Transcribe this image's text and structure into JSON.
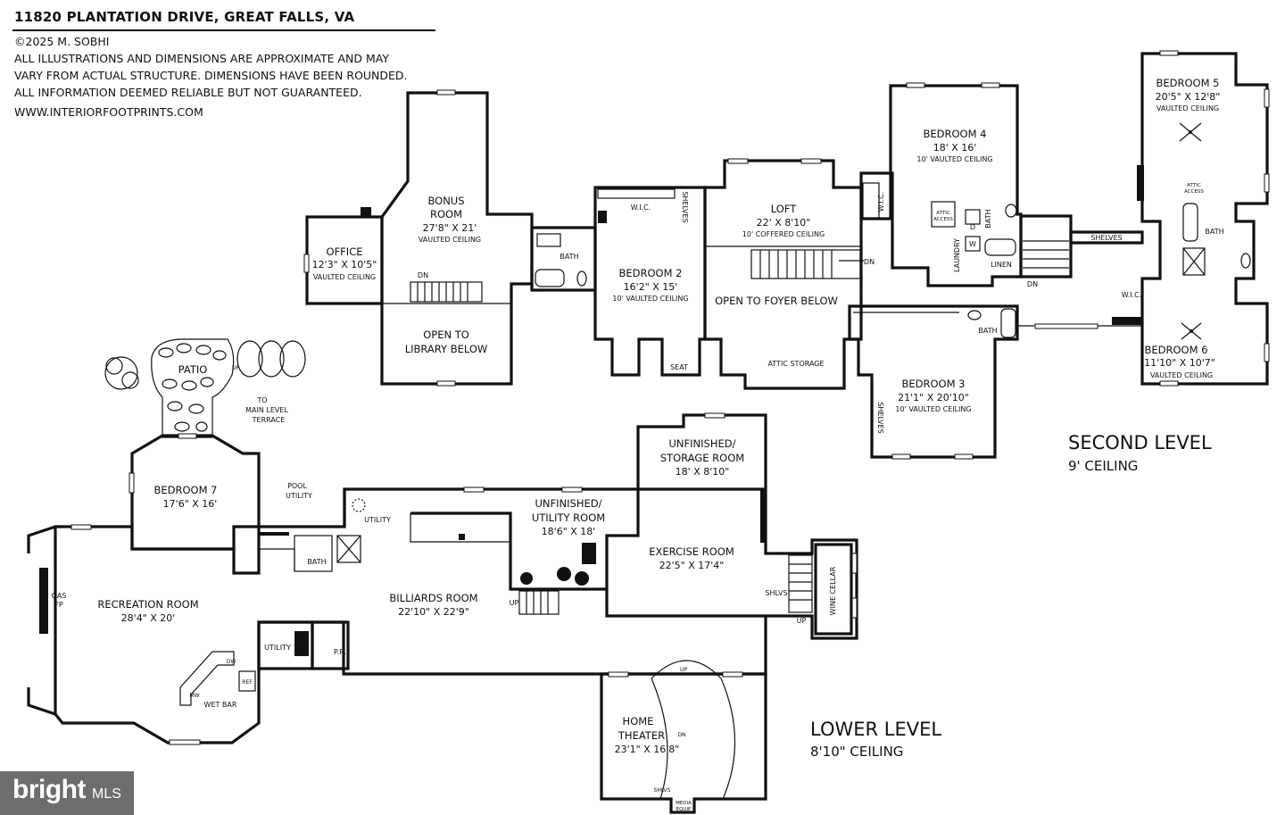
{
  "header": {
    "title": "11820 PLANTATION DRIVE, GREAT FALLS, VA",
    "copyright": "©2025 M. SOBHI",
    "disclaimer_1": "ALL ILLUSTRATIONS AND DIMENSIONS ARE APPROXIMATE AND MAY",
    "disclaimer_2": "VARY FROM ACTUAL STRUCTURE. DIMENSIONS HAVE BEEN ROUNDED.",
    "disclaimer_3": "ALL INFORMATION DEEMED RELIABLE BUT NOT GUARANTEED.",
    "website": "WWW.INTERIORFOOTPRINTS.COM"
  },
  "second_level": {
    "name": "SECOND LEVEL",
    "ceiling": "9' CEILING",
    "rooms": {
      "office": {
        "name": "OFFICE",
        "dims": "12'3\" X 10'5\"",
        "note": "VAULTED CEILING"
      },
      "bonus": {
        "name1": "BONUS",
        "name2": "ROOM",
        "dims": "27'8\" X 21'",
        "note": "VAULTED CEILING"
      },
      "library_open": {
        "line1": "OPEN TO",
        "line2": "LIBRARY BELOW"
      },
      "bath_1": {
        "name": "BATH"
      },
      "bedroom_2": {
        "name": "BEDROOM 2",
        "dims": "16'2\" X 15'",
        "note": "10' VAULTED CEILING"
      },
      "wic_2": {
        "name": "W.I.C."
      },
      "shelves_2": {
        "name": "SHELVES"
      },
      "seat": {
        "name": "SEAT"
      },
      "loft": {
        "name": "LOFT",
        "dims": "22' X 8'10\"",
        "note": "10' COFFERED CEILING"
      },
      "foyer_open": {
        "line1": "OPEN TO FOYER BELOW"
      },
      "attic_storage": {
        "name": "ATTIC STORAGE"
      },
      "bedroom_4": {
        "name": "BEDROOM 4",
        "dims": "18' X 16'",
        "note": "10' VAULTED CEILING"
      },
      "wic_4": {
        "name": "W.I.C."
      },
      "attic_access_1": {
        "line1": "ATTIC",
        "line2": "ACCESS"
      },
      "laundry": {
        "name": "LAUNDRY"
      },
      "dryer": {
        "name": "D"
      },
      "washer": {
        "name": "W"
      },
      "bath_4": {
        "name": "BATH"
      },
      "linen": {
        "name": "LINEN"
      },
      "shelves_hall": {
        "name": "SHELVES"
      },
      "bedroom_3": {
        "name": "BEDROOM 3",
        "dims": "21'1\" X 20'10\"",
        "note": "10' VAULTED CEILING"
      },
      "bath_3": {
        "name": "BATH"
      },
      "shelves_3": {
        "name": "SHELVES"
      },
      "bedroom_5": {
        "name": "BEDROOM 5",
        "dims": "20'5\" X 12'8\"",
        "note": "VAULTED CEILING"
      },
      "attic_access_2": {
        "line1": "ATTIC",
        "line2": "ACCESS"
      },
      "bath_56": {
        "name": "BATH"
      },
      "bedroom_6": {
        "name": "BEDROOM 6",
        "dims": "11'10\" X 10'7\"",
        "note": "VAULTED CEILING"
      },
      "wic_6": {
        "name": "W.I.C."
      },
      "dn_1": "DN",
      "dn_2": "DN",
      "dn_3": "DN"
    }
  },
  "lower_level": {
    "name": "LOWER LEVEL",
    "ceiling": "8'10\" CEILING",
    "rooms": {
      "patio": {
        "name": "PATIO"
      },
      "patio_up": "UP",
      "terrace": {
        "line1": "TO",
        "line2": "MAIN LEVEL",
        "line3": "TERRACE"
      },
      "bedroom_7": {
        "name": "BEDROOM 7",
        "dims": "17'6\" X 16'"
      },
      "pool_utility": {
        "line1": "POOL",
        "line2": "UTILITY"
      },
      "bath_7": {
        "name": "BATH"
      },
      "utility_top": {
        "name": "UTILITY"
      },
      "unfinished_utility": {
        "line1": "UNFINISHED/",
        "line2": "UTILITY ROOM",
        "dims": "18'6\" X 18'"
      },
      "unfinished_storage": {
        "line1": "UNFINISHED/",
        "line2": "STORAGE ROOM",
        "dims": "18' X 8'10\""
      },
      "exercise": {
        "name": "EXERCISE ROOM",
        "dims": "22'5\" X 17'4\""
      },
      "wine_cellar": {
        "name": "WINE CELLAR"
      },
      "shlvs_1": "SHLVS",
      "up_1": "UP",
      "up_2": "UP",
      "up_3": "UP",
      "gas_fp": {
        "line1": "GAS",
        "line2": "FP"
      },
      "recreation": {
        "name": "RECREATION ROOM",
        "dims": "28'4\" X 20'"
      },
      "billiards": {
        "name": "BILLIARDS ROOM",
        "dims": "22'10\" X 22'9\""
      },
      "utility_mid": {
        "name": "UTILITY"
      },
      "powder": {
        "name": "P.R."
      },
      "dw": "DW",
      "ref": "REF",
      "mw": "MW",
      "wet_bar": {
        "name": "WET BAR"
      },
      "theater": {
        "line1": "HOME",
        "line2": "THEATER",
        "dims": "23'1\" X 16'8\""
      },
      "dn_theater": "DN",
      "shlvs_2": "SHLVS",
      "media_equip": {
        "line1": "MEDIA",
        "line2": "EQUIP"
      }
    }
  },
  "badge": {
    "word": "bright",
    "suffix": "MLS"
  }
}
